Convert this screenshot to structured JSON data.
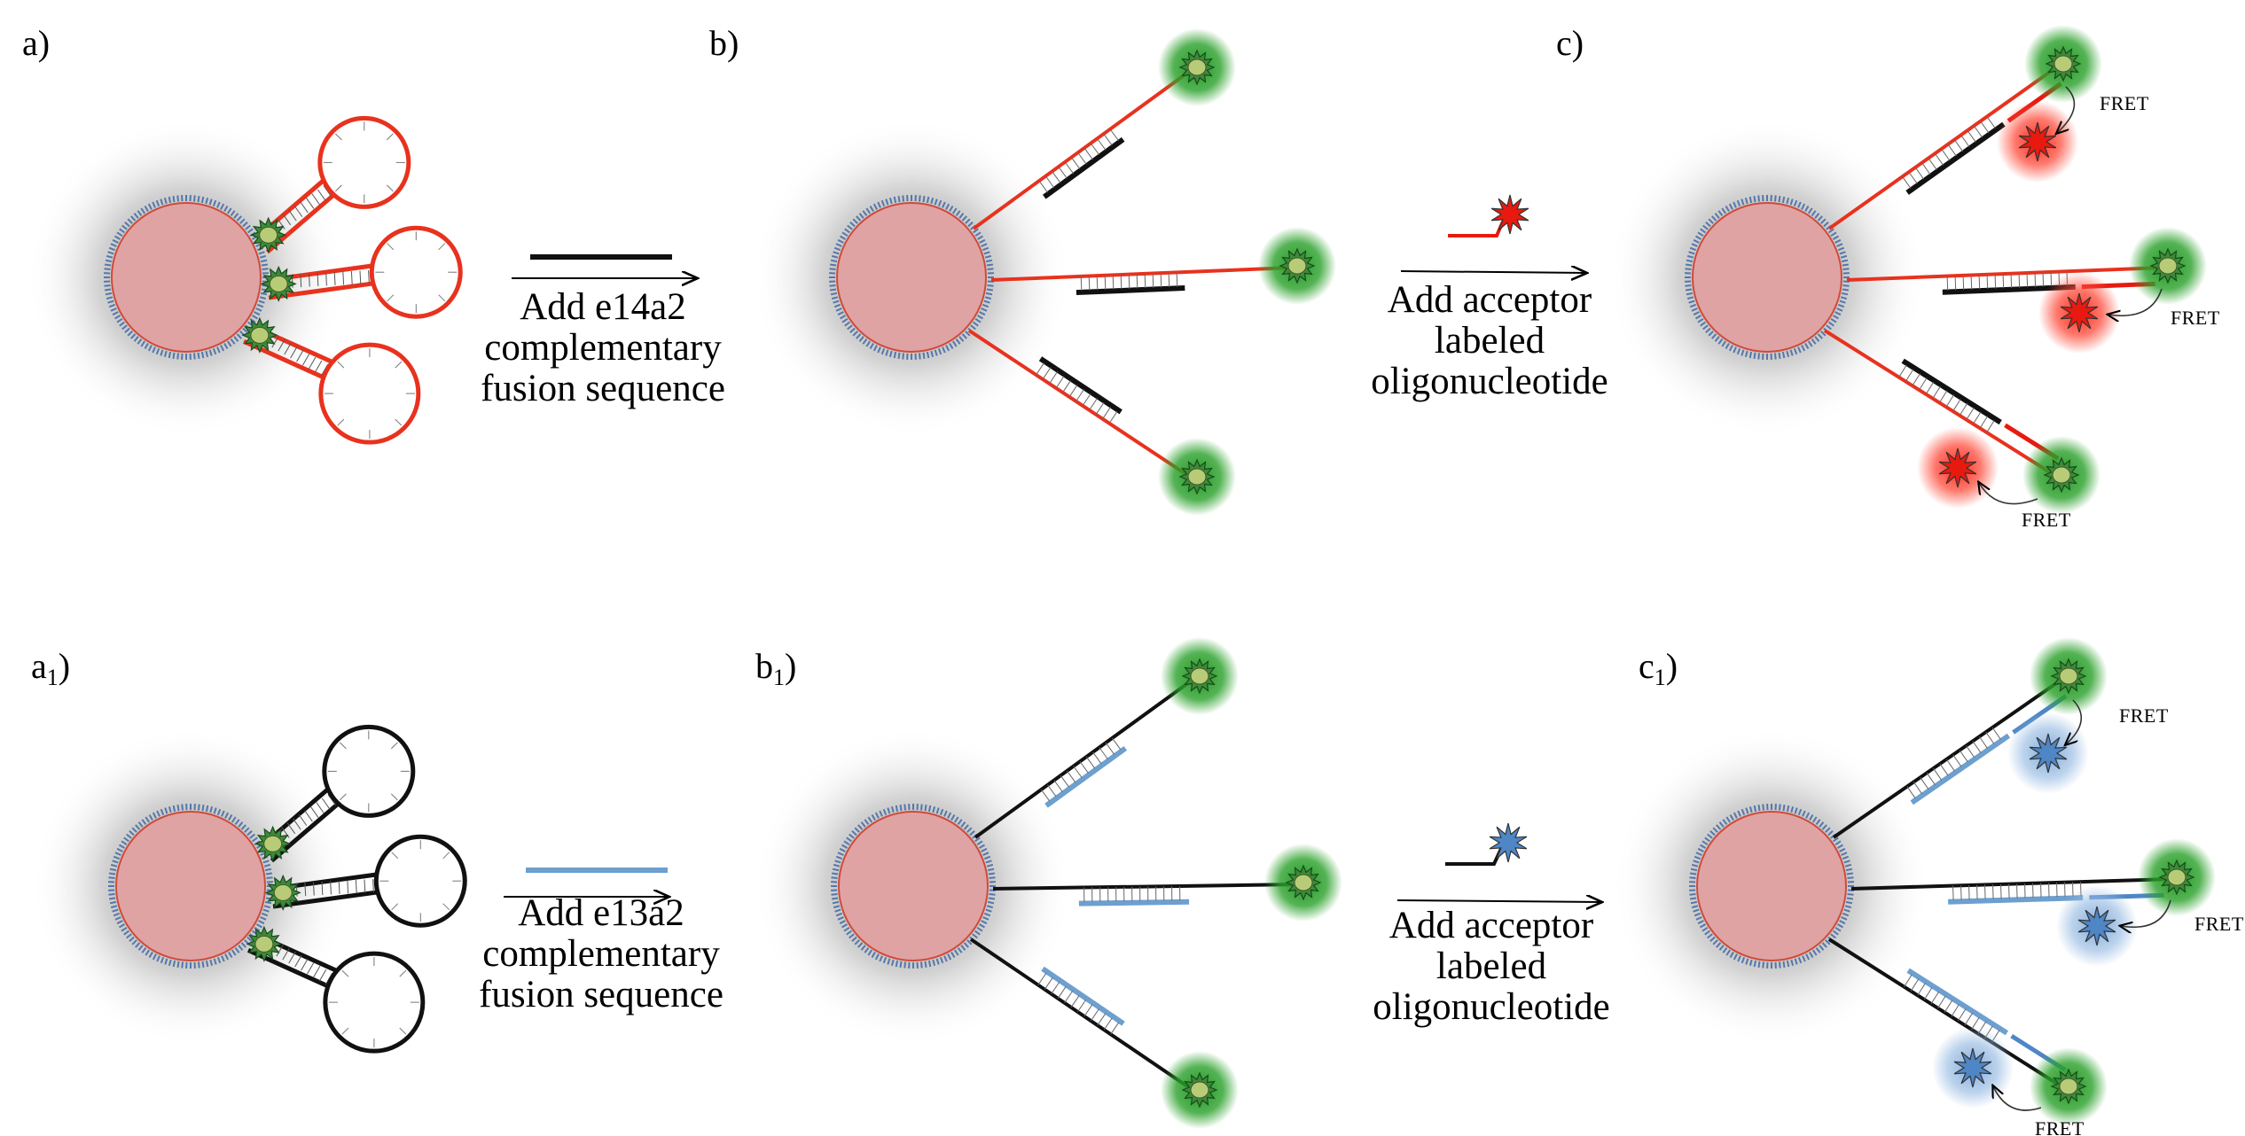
{
  "panels": {
    "a": "a)",
    "b": "b)",
    "c": "c)",
    "a1": {
      "base": "a",
      "sub": "1",
      "close": ")"
    },
    "b1": {
      "base": "b",
      "sub": "1",
      "close": ")"
    },
    "c1": {
      "base": "c",
      "sub": "1",
      "close": ")"
    }
  },
  "steps": {
    "top_left": [
      "Add e14a2",
      "complementary",
      "fusion sequence"
    ],
    "top_right": [
      "Add acceptor",
      "labeled",
      "oligonucleotide"
    ],
    "bottom_left": [
      "Add e13a2",
      "complementary",
      "fusion sequence"
    ],
    "bottom_right": [
      "Add acceptor",
      "labeled",
      "oligonucleotide"
    ]
  },
  "fret_label": "FRET",
  "colors": {
    "nanoparticle": "#e0a3a3",
    "nanoparticle_edge": "#d04a3a",
    "probe_top": "#e8321e",
    "probe_bottom": "#111111",
    "target_top": "#111111",
    "target_bottom": "#6d9fcf",
    "donor": "#b8cc78",
    "donor_glow": "#1e9a1e",
    "acceptor_top": "#e81a10",
    "acceptor_bottom": "#4f86c6",
    "halo": "#8a8a8a"
  }
}
